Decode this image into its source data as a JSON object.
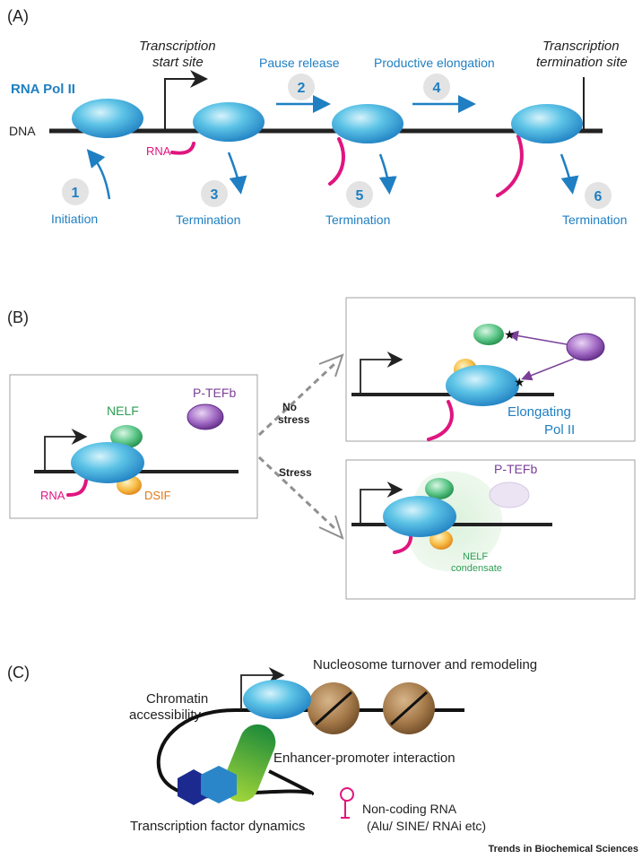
{
  "panels": {
    "a": {
      "label": "(A)",
      "rna_pol_label": "RNA Pol II",
      "dna_label": "DNA",
      "tss_line1": "Transcription",
      "tss_line2": "start site",
      "tts_line1": "Transcription",
      "tts_line2": "termination site",
      "rna_label": "RNA",
      "steps": [
        {
          "num": "1",
          "text": "Initiation"
        },
        {
          "num": "2",
          "text": "Pause release"
        },
        {
          "num": "3",
          "text": "Termination"
        },
        {
          "num": "4",
          "text": "Productive elongation"
        },
        {
          "num": "5",
          "text": "Termination"
        },
        {
          "num": "6",
          "text": "Termination"
        }
      ]
    },
    "b": {
      "label": "(B)",
      "nelf": "NELF",
      "ptefb": "P-TEFb",
      "rna": "RNA",
      "dsif": "DSIF",
      "no_stress_line1": "No",
      "no_stress_line2": "stress",
      "stress": "Stress",
      "elongating_line1": "Elongating",
      "elongating_line2": "Pol II",
      "ptefb2": "P-TEFb",
      "condensate_line1": "NELF",
      "condensate_line2": "condensate"
    },
    "c": {
      "label": "(C)",
      "nucleosome": "Nucleosome turnover and remodeling",
      "chromatin_line1": "Chromatin",
      "chromatin_line2": "accessibility",
      "enhancer": "Enhancer-promoter interaction",
      "tf": "Transcription factor dynamics",
      "ncrna_line1": "Non-coding RNA",
      "ncrna_line2": "(Alu/ SINE/ RNAi etc)"
    }
  },
  "footer": "Trends in Biochemical Sciences",
  "colors": {
    "blue_text": "#1f7fc2",
    "rna": "#e0157f",
    "nelf": "#2e9e55",
    "dsif": "#e07a1a",
    "ptefb": "#7b3f98"
  }
}
